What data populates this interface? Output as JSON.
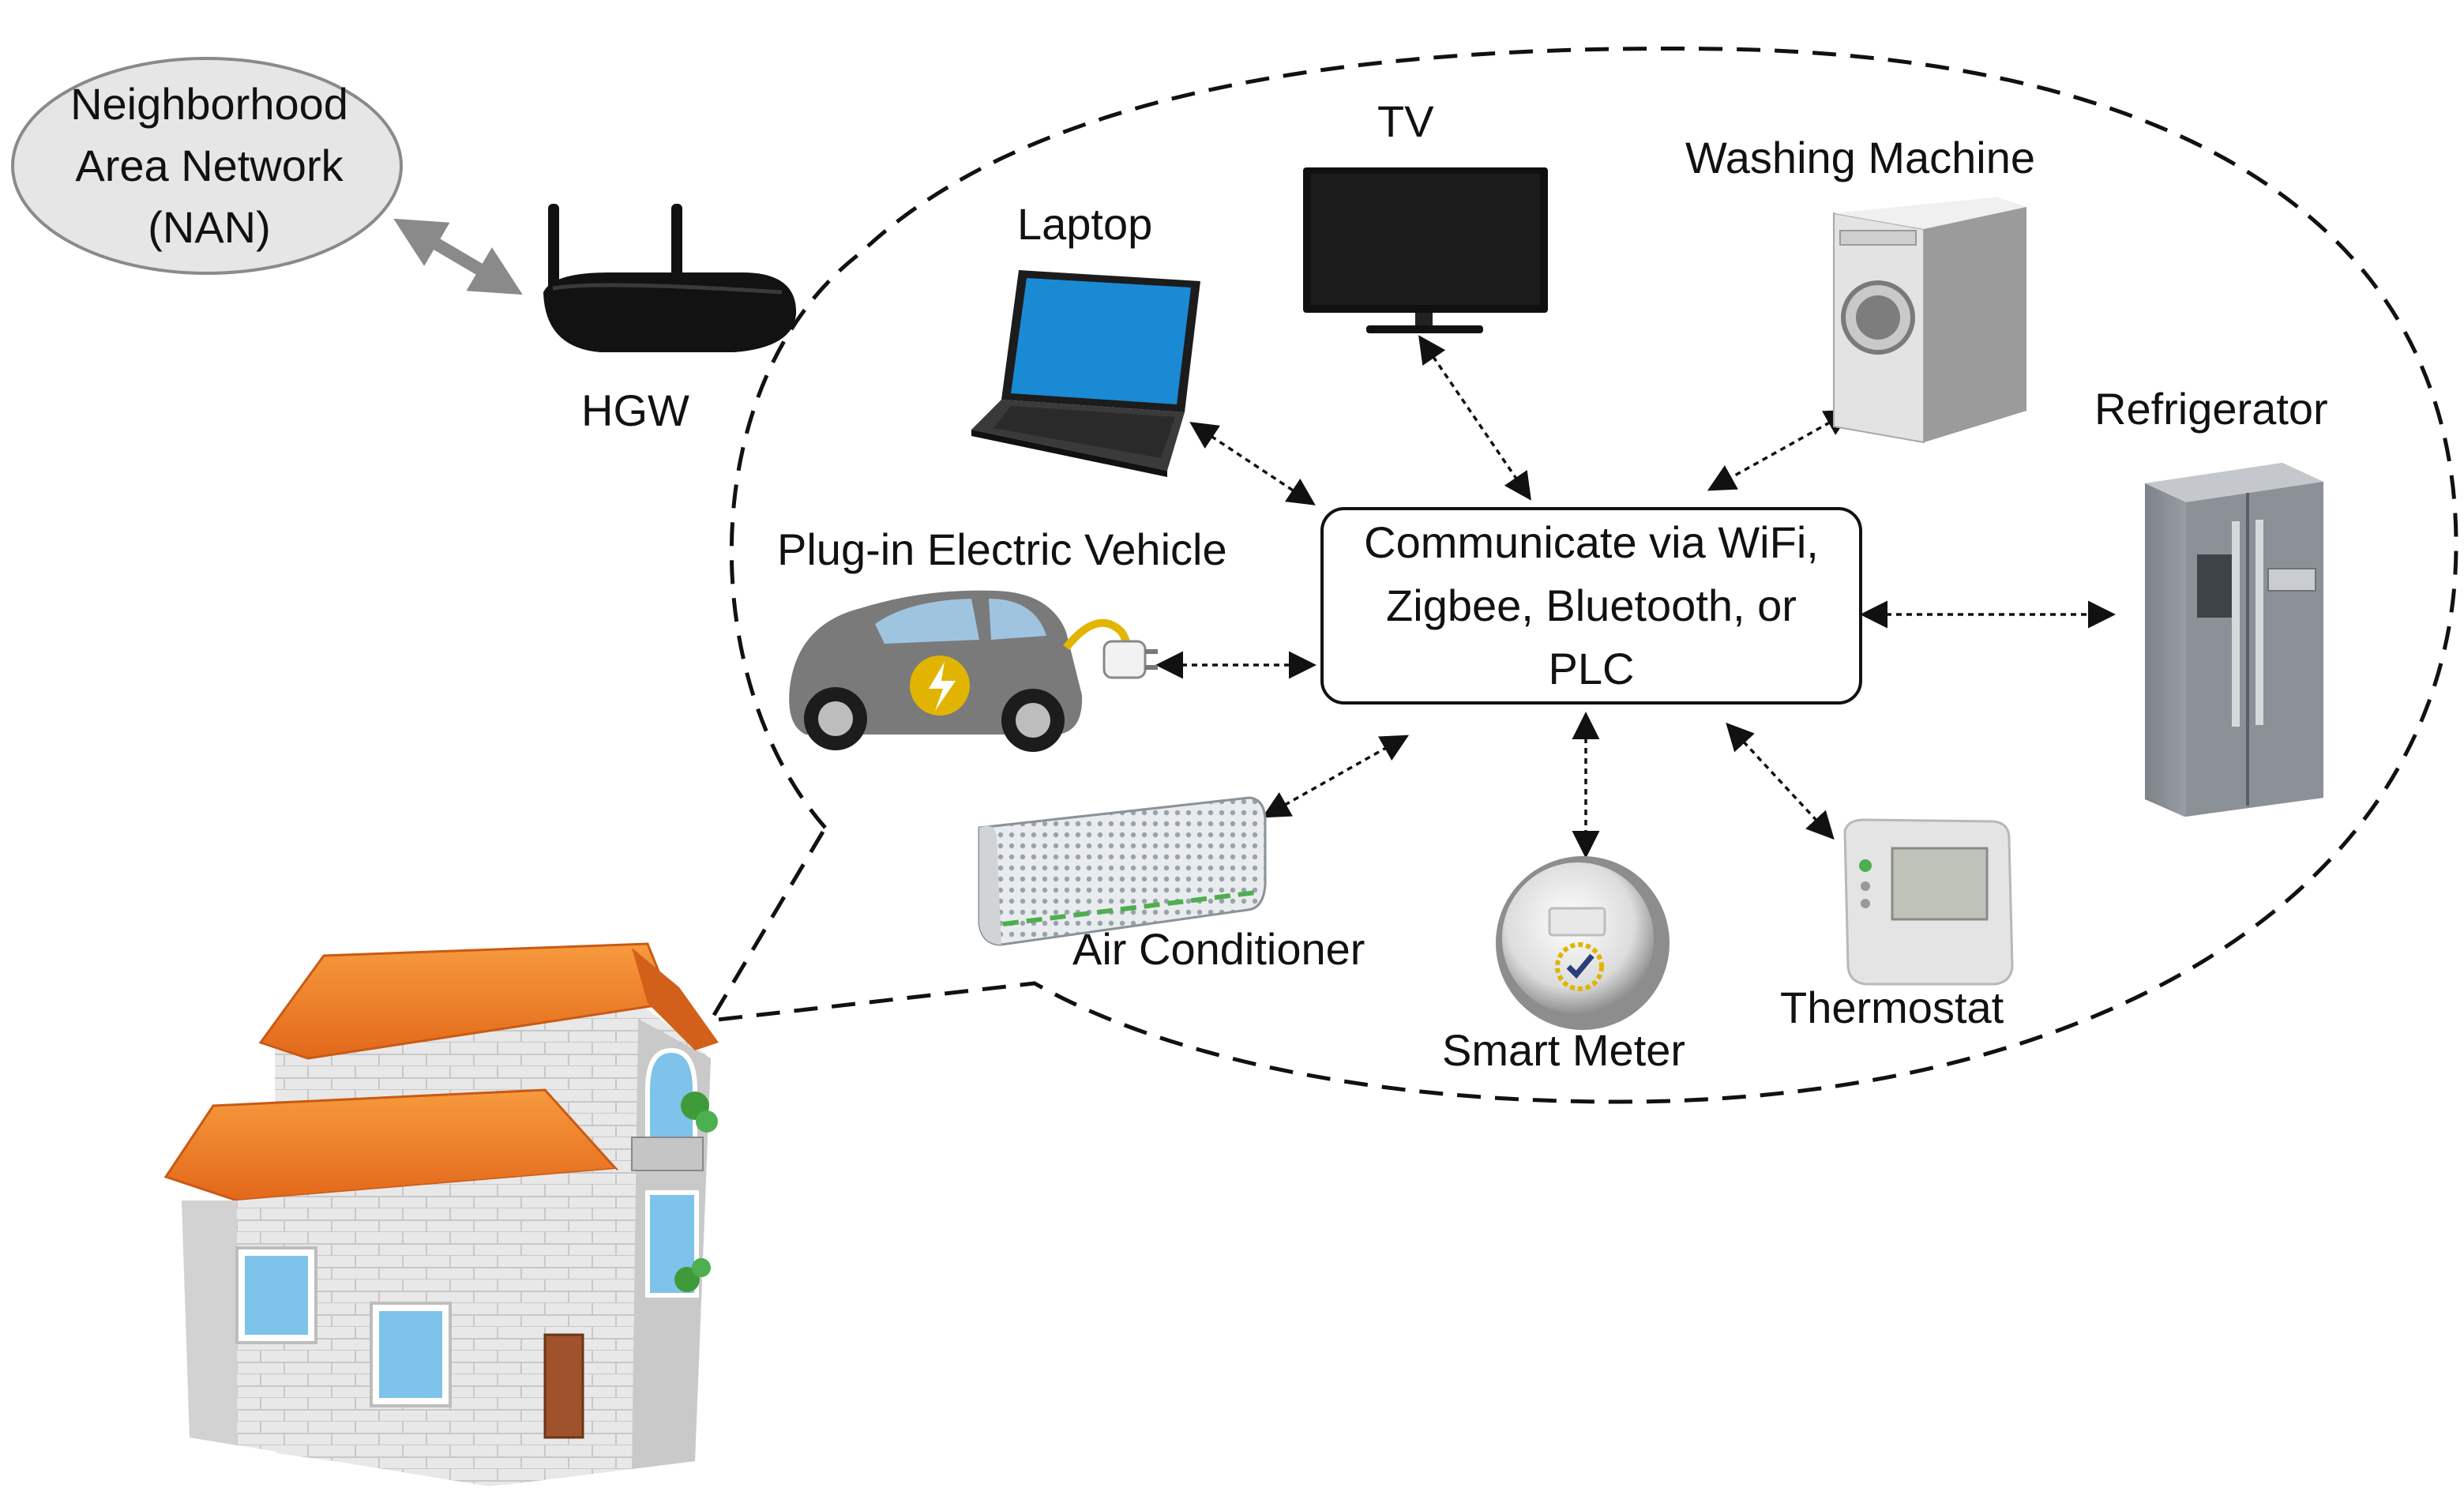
{
  "nan": {
    "lines": [
      "Neighborhood",
      "Area Network",
      "(NAN)"
    ]
  },
  "gateway": {
    "label": "HGW"
  },
  "hub": {
    "lines": [
      "Communicate via WiFi,",
      "Zigbee, Bluetooth, or",
      "PLC"
    ]
  },
  "devices": {
    "tv": "TV",
    "washing_machine": "Washing Machine",
    "laptop": "Laptop",
    "refrigerator": "Refrigerator",
    "ev": "Plug-in Electric Vehicle",
    "air_conditioner": "Air Conditioner",
    "smart_meter": "Smart Meter",
    "thermostat": "Thermostat"
  },
  "colors": {
    "line": "#111111",
    "roof": "#f07c20",
    "wall": "#e6e6e6",
    "device_dark": "#1a1a1a",
    "appliance": "#9aa0a6"
  }
}
